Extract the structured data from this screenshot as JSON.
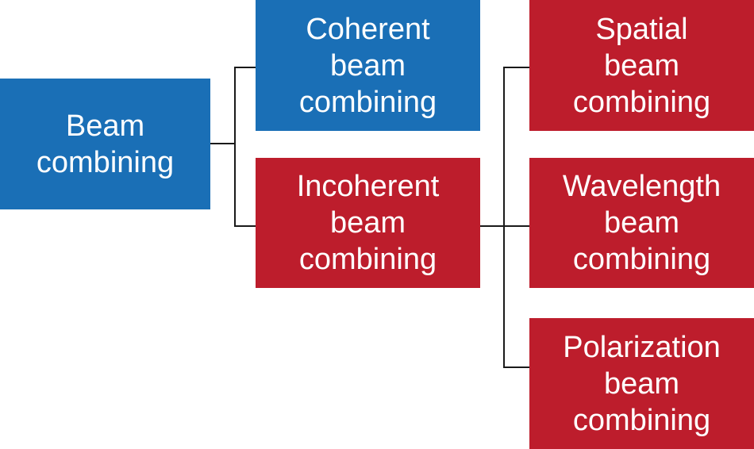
{
  "diagram": {
    "root": {
      "label": "Beam\ncombining",
      "color": "#1a6fb6"
    },
    "level1": [
      {
        "label": "Coherent\nbeam\ncombining",
        "color": "#1a6fb6"
      },
      {
        "label": "Incoherent\nbeam\ncombining",
        "color": "#bd1d2c"
      }
    ],
    "level2": [
      {
        "label": "Spatial\nbeam\ncombining",
        "color": "#bd1d2c"
      },
      {
        "label": "Wavelength\nbeam\ncombining",
        "color": "#bd1d2c"
      },
      {
        "label": "Polarization\nbeam\ncombining",
        "color": "#bd1d2c"
      }
    ],
    "connector_color": "#1a1a1a"
  }
}
